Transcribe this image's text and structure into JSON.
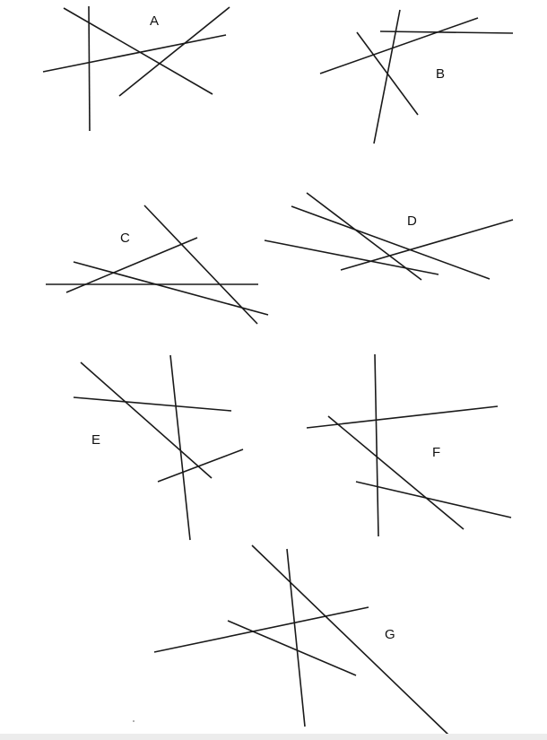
{
  "figures": [
    {
      "id": "A",
      "label": "A"
    },
    {
      "id": "B",
      "label": "B"
    },
    {
      "id": "C",
      "label": "C"
    },
    {
      "id": "D",
      "label": "D"
    },
    {
      "id": "E",
      "label": "E"
    },
    {
      "id": "F",
      "label": "F"
    },
    {
      "id": "G",
      "label": "G"
    }
  ],
  "colors": {
    "line": "#1a1a1a",
    "label": "#111111",
    "background": "#ffffff"
  }
}
